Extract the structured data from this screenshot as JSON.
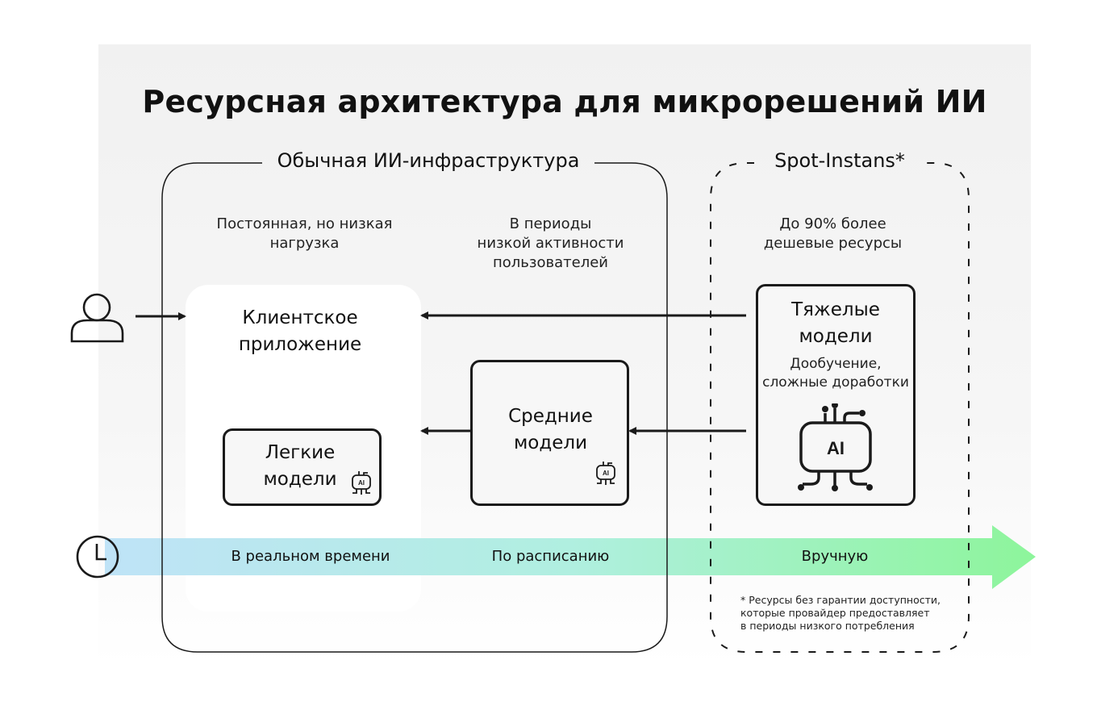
{
  "title": "Ресурсная архитектура для микрорешений ИИ",
  "groups": {
    "regular": {
      "label": "Обычная ИИ-инфраструктура",
      "caption_left": "Постоянная, но низкая\nнагрузка",
      "caption_right": "В периоды\nнизкой активности\nпользователей"
    },
    "spot": {
      "label": "Spot-Instans*",
      "caption": "До 90% более\nдешевые ресурсы"
    }
  },
  "nodes": {
    "client_app": {
      "label": "Клиентское\nприложение"
    },
    "light_models": {
      "label": "Легкие\nмодели"
    },
    "medium_models": {
      "label": "Средние\nмодели"
    },
    "heavy_models": {
      "label": "Тяжелые\nмодели",
      "sub": "Дообучение,\nсложные доработки",
      "chip_text": "AI"
    }
  },
  "timeline": {
    "labels": [
      "В реальном времени",
      "По расписанию",
      "Вручную"
    ],
    "colors": {
      "start": "#bde3f6",
      "mid": "#b2f0e0",
      "end": "#8ff59d"
    }
  },
  "footnote": "* Ресурсы без гарантии доступности,\n  которые провайдер предоставляет\n  в периоды низкого потребления",
  "icons": [
    "user-icon",
    "clock-icon",
    "ai-chip-icon",
    "ai-chip-small-icon"
  ],
  "colors": {
    "stroke": "#1a1a1a",
    "canvas": "#f3f3f3"
  }
}
